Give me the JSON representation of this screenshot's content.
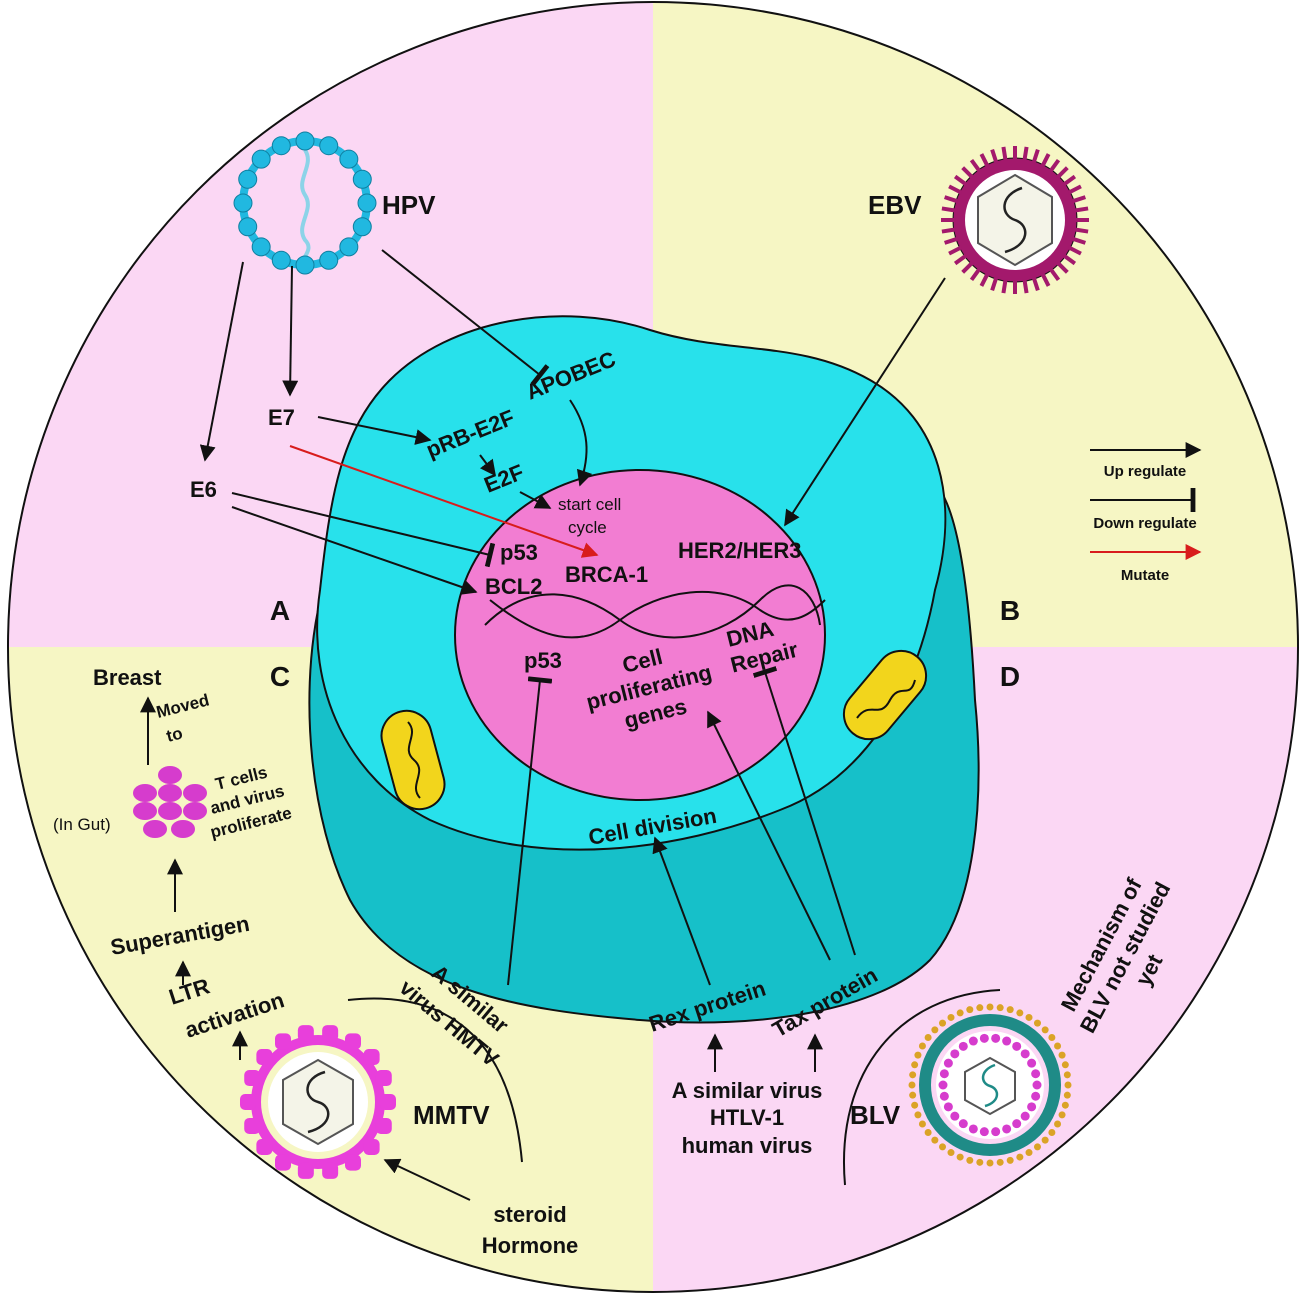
{
  "colors": {
    "pink": "#fbd7f4",
    "yellow": "#f6f6c4",
    "nucleus": "#f27dd2",
    "cytoplasm_top": "#28e1eb",
    "cytoplasm_side": "#16c0c9",
    "mito": "#f2d51c",
    "hpv": "#21b8e0",
    "ebv": "#a3196c",
    "mmtv": "#e83fdb",
    "blv_outer": "#1f8b87",
    "blv_dots": "#dba326",
    "arrow_mutate": "#d81c1c"
  },
  "quadrants": {
    "a": "A",
    "b": "B",
    "c": "C",
    "d": "D"
  },
  "viruses": {
    "hpv": "HPV",
    "ebv": "EBV",
    "mmtv": "MMTV",
    "blv": "BLV"
  },
  "hpv_section": {
    "e7": "E7",
    "e6": "E6",
    "prb_e2f": "pRB-E2F",
    "e2f": "E2F",
    "apobec": "APOBEC",
    "start_cell_cycle_1": "start cell",
    "start_cell_cycle_2": "cycle",
    "p53": "p53",
    "bcl2": "BCL2",
    "brca1": "BRCA-1"
  },
  "ebv_section": {
    "her": "HER2/HER3"
  },
  "nucleus_labels": {
    "p53": "p53",
    "cell_prolif_1": "Cell",
    "cell_prolif_2": "proliferating",
    "cell_prolif_3": "genes",
    "dna_repair_1": "DNA",
    "dna_repair_2": "Repair",
    "cell_division": "Cell division"
  },
  "legend": {
    "up": "Up regulate",
    "down": "Down regulate",
    "mutate": "Mutate"
  },
  "mmtv_section": {
    "breast": "Breast",
    "moved_1": "Moved",
    "moved_2": "to",
    "tcells_1": "T cells",
    "tcells_2": "and virus",
    "tcells_3": "proliferate",
    "in_gut": "(In Gut)",
    "superantigen": "Superantigen",
    "ltr_1": "LTR",
    "ltr_2": "activation",
    "hmtv_1": "A similar",
    "hmtv_2": "virus HMTV",
    "steroid_1": "steroid",
    "steroid_2": "Hormone"
  },
  "htlv_section": {
    "rex": "Rex protein",
    "tax": "Tax protein",
    "similar_1": "A similar virus",
    "similar_2": "HTLV-1",
    "similar_3": "human virus"
  },
  "blv_section": {
    "mech_1": "Mechanism of",
    "mech_2": "BLV not studied",
    "mech_3": "yet"
  }
}
